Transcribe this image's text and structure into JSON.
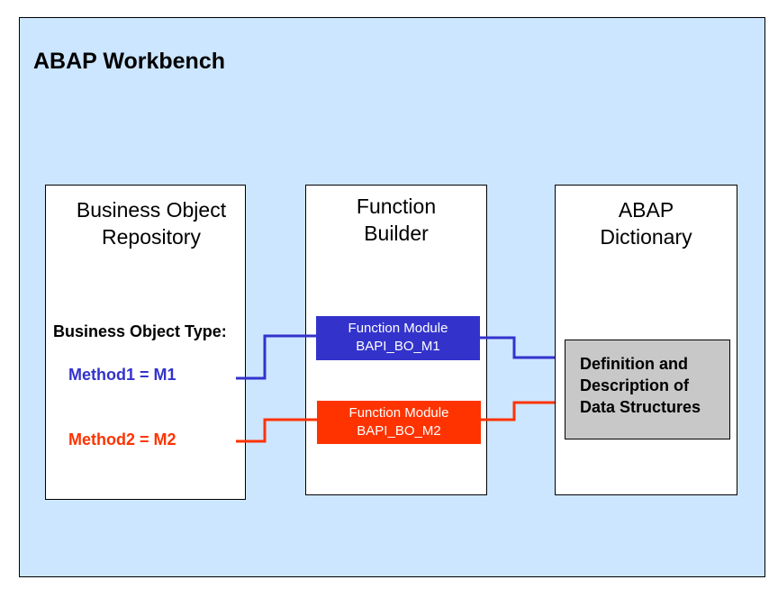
{
  "workbench": {
    "title": "ABAP Workbench"
  },
  "panels": {
    "business_object_repository": {
      "title_line1": "Business Object",
      "title_line2": "Repository",
      "object_type_label": "Business Object Type:",
      "method1": "Method1 = M1",
      "method2": "Method2 = M2"
    },
    "function_builder": {
      "title_line1": "Function",
      "title_line2": "Builder",
      "module1": {
        "line1": "Function Module",
        "line2": "BAPI_BO_M1"
      },
      "module2": {
        "line1": "Function Module",
        "line2": "BAPI_BO_M2"
      }
    },
    "abap_dictionary": {
      "title_line1": "ABAP",
      "title_line2": "Dictionary",
      "definition_line1": "Definition and",
      "definition_line2": "Description of",
      "definition_line3": "Data Structures"
    }
  },
  "colors": {
    "background": "#cce6ff",
    "method1": "#3333cc",
    "method2": "#ff3300",
    "definition_box": "#c8c8c8"
  }
}
